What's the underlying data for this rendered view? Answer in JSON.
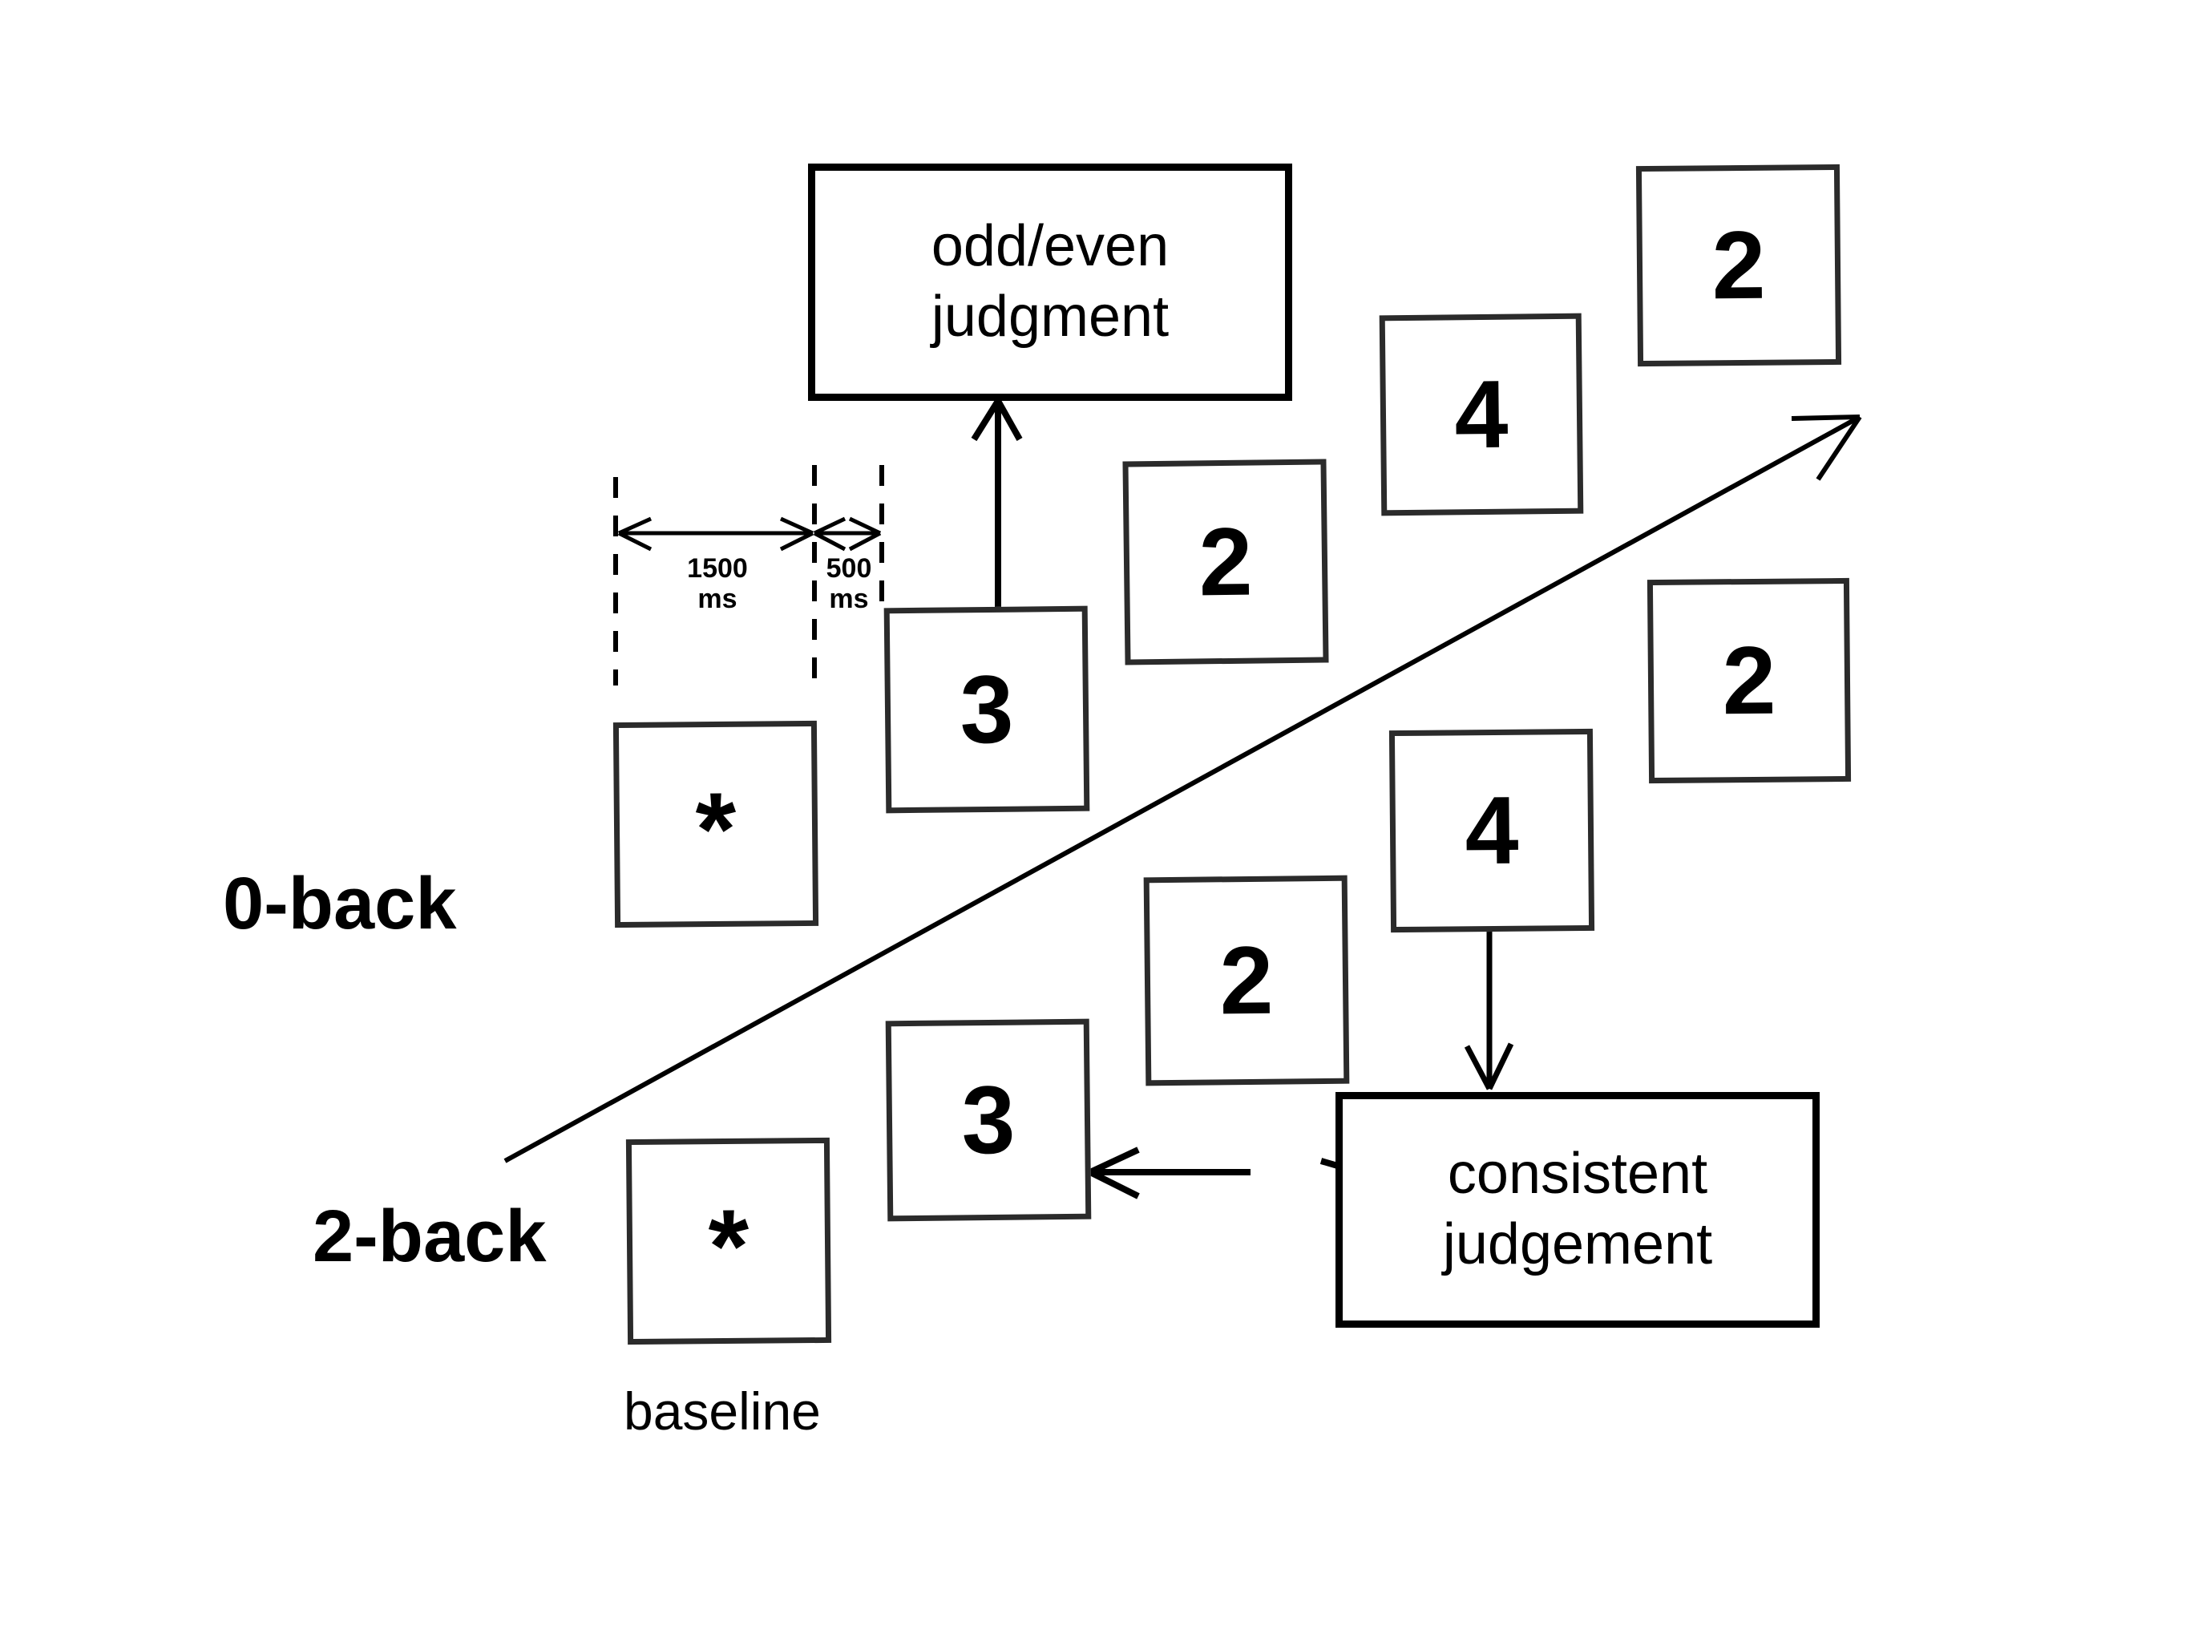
{
  "diagram": {
    "title": "n-back task design diagram",
    "background_color": "#ffffff",
    "ink_color": "#000000",
    "stimulus_border_color": "#2b2b2b"
  },
  "conditions": [
    {
      "label": "0-back"
    },
    {
      "label": "2-back"
    }
  ],
  "captions": {
    "baseline": "baseline"
  },
  "timing": {
    "stimulus": {
      "value": "1500",
      "unit": "ms"
    },
    "interval": {
      "value": "500",
      "unit": "ms"
    }
  },
  "task_boxes": [
    {
      "line1": "odd/even",
      "line2": "judgment"
    },
    {
      "line1": "consistent",
      "line2": "judgement"
    }
  ],
  "sequences": [
    {
      "condition": "0-back",
      "stimuli": [
        {
          "symbol": "*",
          "kind": "fixation"
        },
        {
          "symbol": "3",
          "kind": "digit"
        },
        {
          "symbol": "2",
          "kind": "digit"
        },
        {
          "symbol": "4",
          "kind": "digit"
        },
        {
          "symbol": "2",
          "kind": "digit"
        }
      ]
    },
    {
      "condition": "2-back",
      "stimuli": [
        {
          "symbol": "*",
          "kind": "fixation"
        },
        {
          "symbol": "3",
          "kind": "digit"
        },
        {
          "symbol": "2",
          "kind": "digit"
        },
        {
          "symbol": "4",
          "kind": "digit"
        },
        {
          "symbol": "2",
          "kind": "digit"
        }
      ]
    }
  ]
}
